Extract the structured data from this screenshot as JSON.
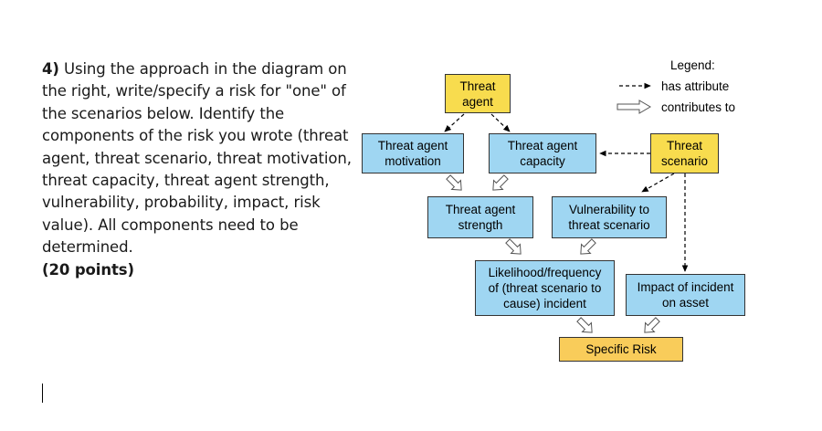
{
  "question": {
    "number": "4)",
    "text": " Using the approach in the diagram on the right, write/specify a risk for \"one\" of the scenarios below. Identify the components of the risk you wrote (threat agent, threat scenario, threat motivation, threat capacity, threat agent strength, vulnerability, probability, impact, risk value). All components need to be determined.",
    "points": "(20 points)"
  },
  "legend": {
    "title": "Legend:",
    "has_attribute": "has attribute",
    "contributes_to": "contributes to"
  },
  "nodes": {
    "threat_agent": [
      "Threat",
      "agent"
    ],
    "threat_agent_motivation": [
      "Threat agent",
      "motivation"
    ],
    "threat_agent_capacity": [
      "Threat agent",
      "capacity"
    ],
    "threat_scenario": [
      "Threat",
      "scenario"
    ],
    "threat_agent_strength": [
      "Threat agent",
      "strength"
    ],
    "vulnerability": [
      "Vulnerability to",
      "threat scenario"
    ],
    "likelihood": [
      "Likelihood/frequency",
      "of  (threat scenario to",
      "cause) incident"
    ],
    "impact": [
      "Impact of incident",
      "on asset"
    ],
    "specific_risk": [
      "Specific Risk"
    ]
  },
  "colors": {
    "blue_box": "#9fd6f2",
    "threat_box": "#f8dc4e",
    "risk_box": "#f9cc5a"
  }
}
